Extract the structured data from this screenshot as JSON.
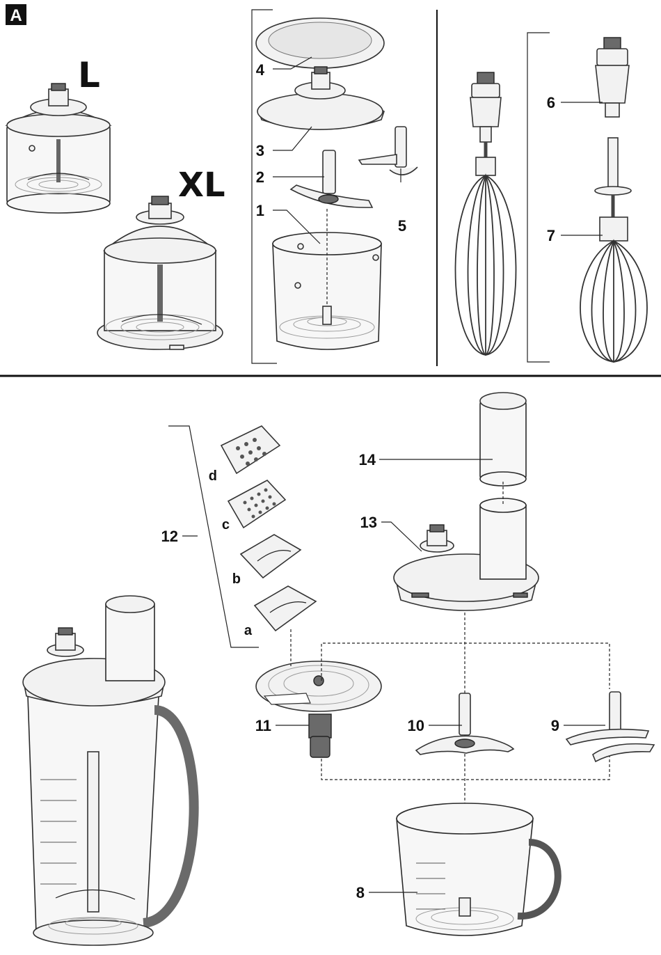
{
  "section_tag": "A",
  "size_labels": {
    "l": "L",
    "xl": "XL"
  },
  "callouts": {
    "n1": "1",
    "n2": "2",
    "n3": "3",
    "n4": "4",
    "n5": "5",
    "n6": "6",
    "n7": "7",
    "n8": "8",
    "n9": "9",
    "n10": "10",
    "n11": "11",
    "n12": "12",
    "n13": "13",
    "n14": "14",
    "a": "a",
    "b": "b",
    "c": "c",
    "d": "d"
  }
}
